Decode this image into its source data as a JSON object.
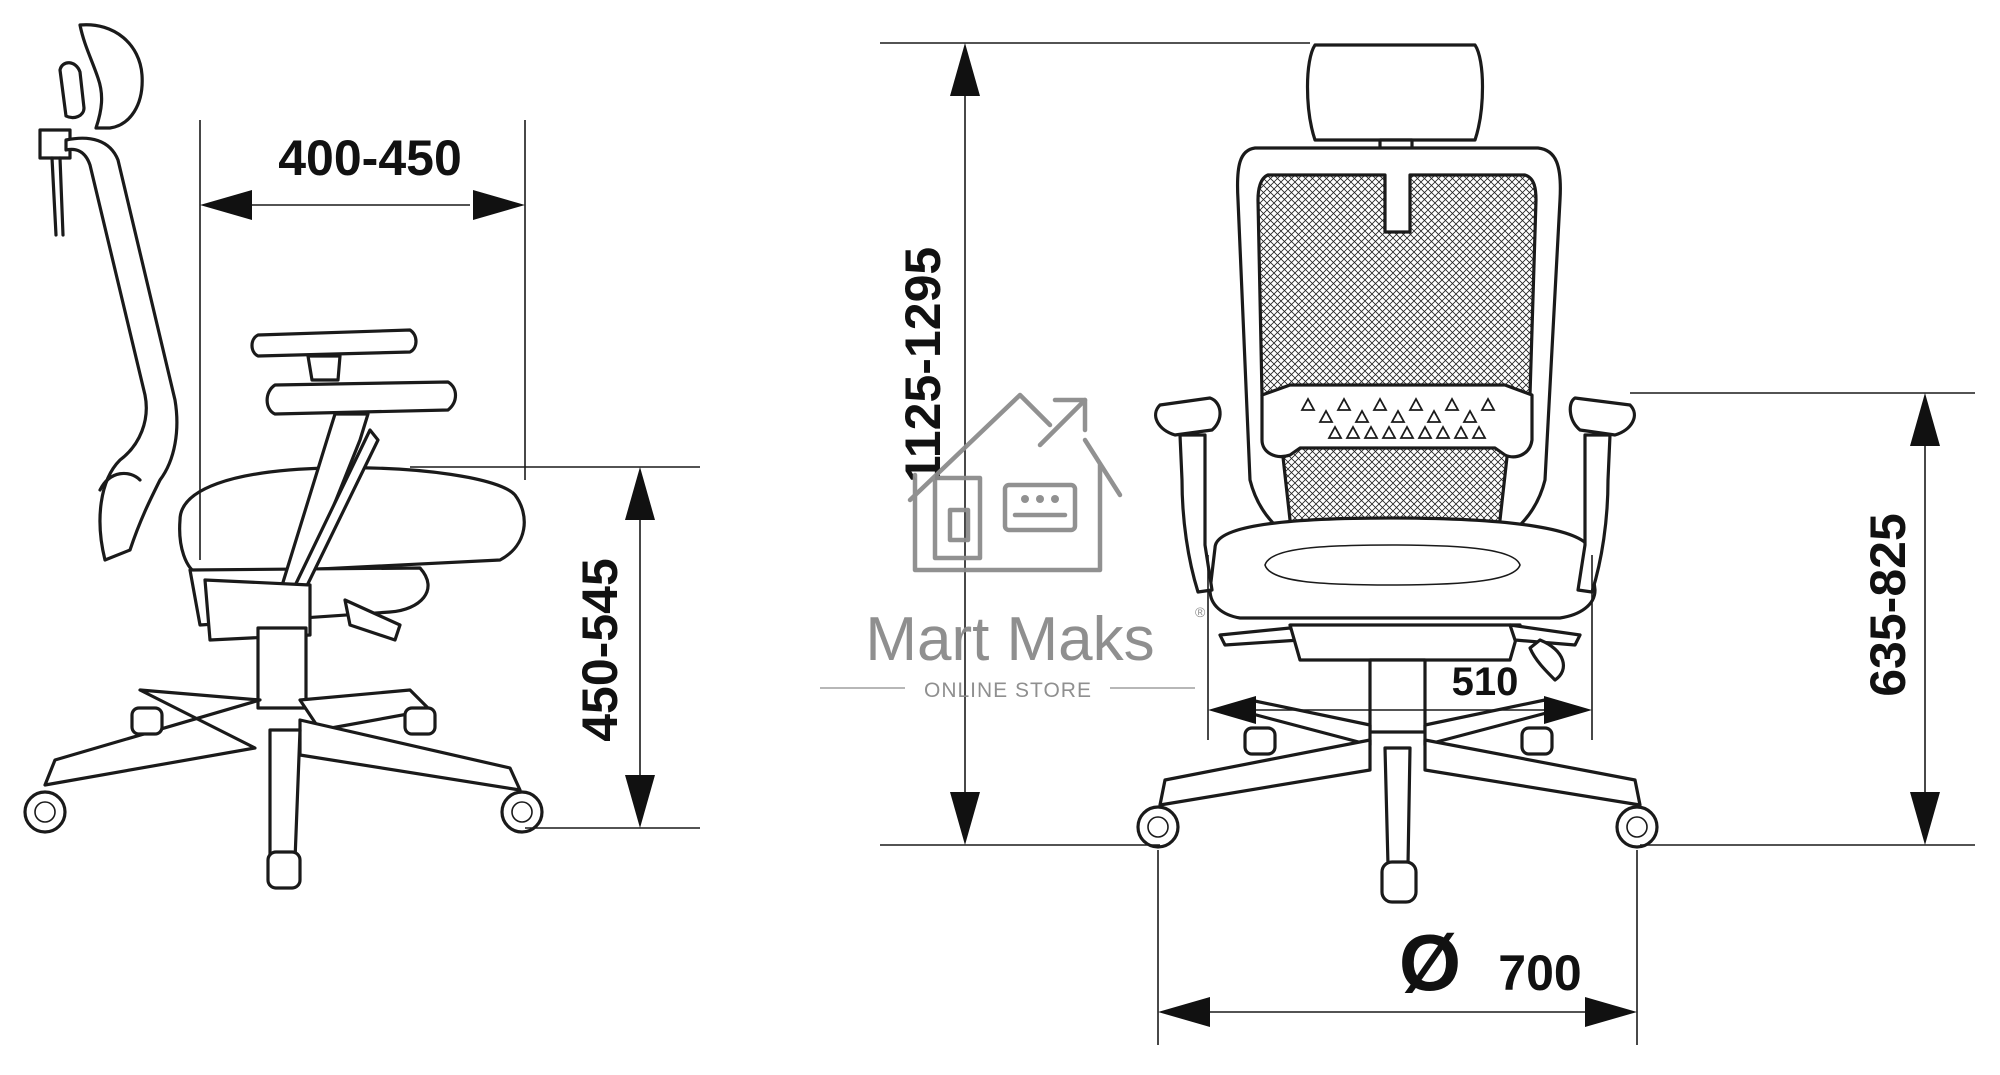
{
  "dimensions": {
    "seat_depth": "400-450",
    "seat_height": "450-545",
    "total_height": "1125-1295",
    "armrest_height": "635-825",
    "seat_width": "510",
    "base_diameter_symbol": "Ø",
    "base_diameter": "700"
  },
  "watermark": {
    "brand": "Mart Maks",
    "registered": "®",
    "tagline": "ONLINE STORE",
    "color": "#8c8c8c"
  },
  "colors": {
    "ink": "#1a1a1a",
    "background": "#ffffff"
  }
}
